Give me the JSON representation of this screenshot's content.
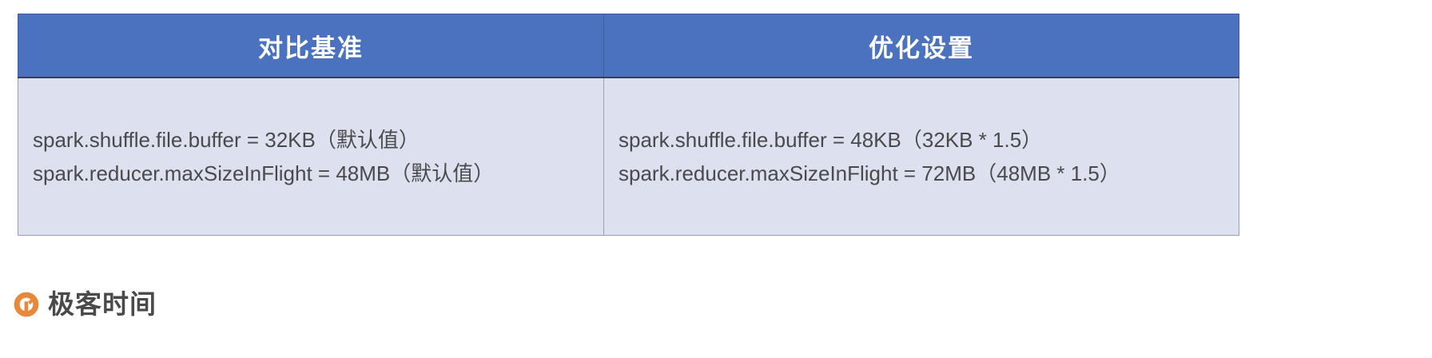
{
  "table": {
    "headers": [
      {
        "label": "对比基准"
      },
      {
        "label": "优化设置"
      }
    ],
    "rows": [
      {
        "cells": [
          {
            "lines": [
              "spark.shuffle.file.buffer = 32KB（默认值）",
              "spark.reducer.maxSizeInFlight = 48MB（默认值）"
            ]
          },
          {
            "lines": [
              "spark.shuffle.file.buffer = 48KB（32KB * 1.5）",
              "spark.reducer.maxSizeInFlight = 72MB（48MB * 1.5）"
            ]
          }
        ]
      }
    ]
  },
  "brand": {
    "name": "极客时间",
    "icon": "geektime-logo-icon",
    "mark_color": "#E8883A",
    "text_color": "#4a4a4a"
  },
  "colors": {
    "header_background": "#4A72BE",
    "header_text": "#ffffff",
    "body_background": "#DCE0EF",
    "body_text": "#4a4a4a",
    "border": "#9aa0b4",
    "header_rule": "#3a3f4d",
    "page_background": "#ffffff"
  }
}
